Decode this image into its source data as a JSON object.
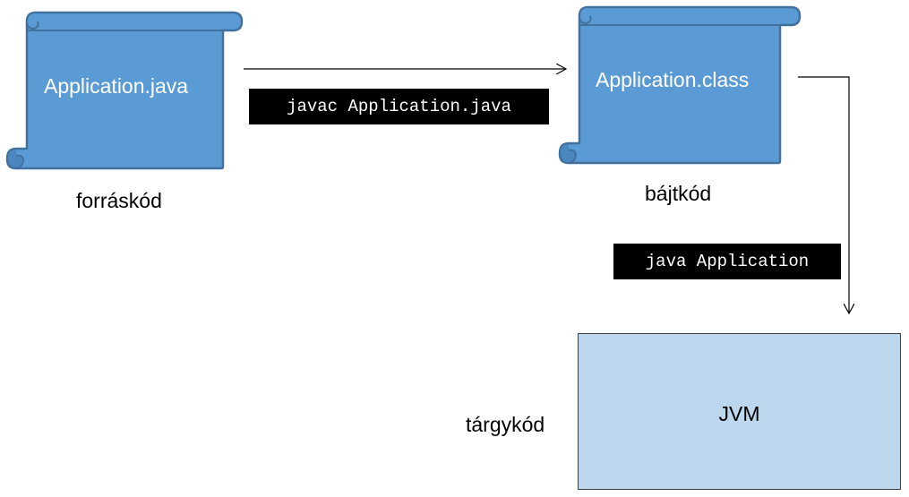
{
  "source_file": {
    "label": "Application.java",
    "caption": "forráskód"
  },
  "bytecode_file": {
    "label": "Application.class",
    "caption": "bájtkód"
  },
  "compile_command": "javac Application.java",
  "run_command": "java Application",
  "jvm": {
    "label": "JVM",
    "caption": "tárgykód"
  },
  "colors": {
    "scroll_fill": "#5b9bd5",
    "scroll_outline": "#41719c",
    "jvm_fill": "#bdd7ee",
    "command_bg": "#000000"
  }
}
